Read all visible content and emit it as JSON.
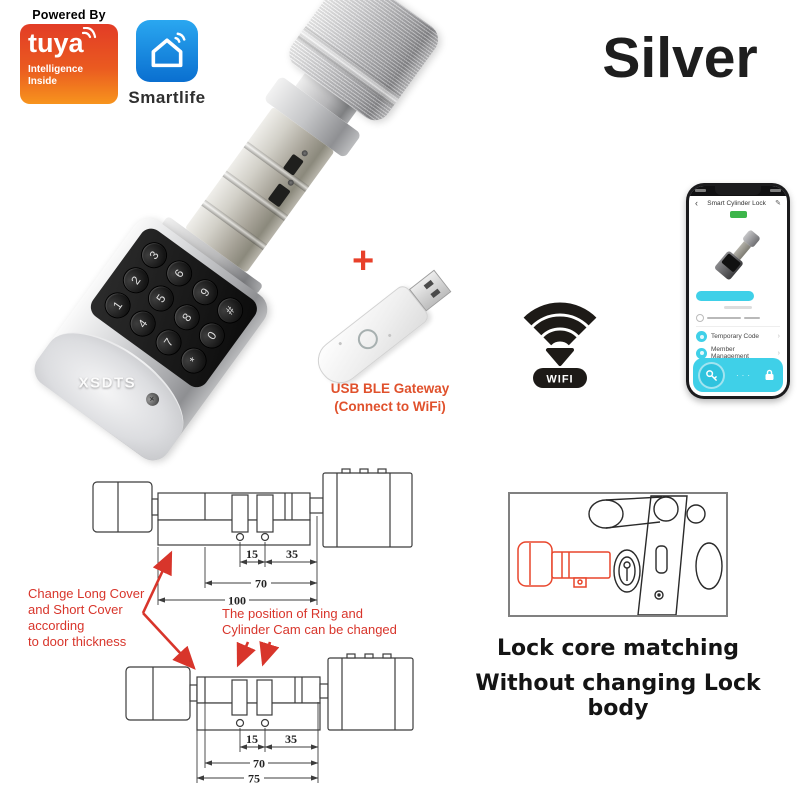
{
  "branding": {
    "powered_by": "Powered By",
    "tuya": "tuya",
    "tagline_line1": "Intelligence",
    "tagline_line2": "Inside",
    "smartlife": "Smartlife"
  },
  "title": "Silver",
  "lock": {
    "brand": "XSDTS",
    "keys": [
      "1",
      "2",
      "3",
      "4",
      "5",
      "6",
      "7",
      "8",
      "9",
      "*",
      "0",
      "#"
    ]
  },
  "gateway": {
    "plus": "+",
    "caption_line1": "USB BLE Gateway",
    "caption_line2": "(Connect to WiFi)"
  },
  "wifi": {
    "label": "WIFI"
  },
  "phone": {
    "app_title": "Smart Cylinder Lock",
    "menu": [
      {
        "label": "Temporary Code"
      },
      {
        "label": "Member Management"
      }
    ],
    "dots": "···"
  },
  "diagrams": {
    "top": {
      "d15": "15",
      "d35": "35",
      "d70": "70",
      "d100": "100"
    },
    "bottom": {
      "d15": "15",
      "d35": "35",
      "d70": "70",
      "d75": "75"
    },
    "cover_note_line1": "Change Long Cover",
    "cover_note_line2": "and Short Cover",
    "cover_note_line3": "according",
    "cover_note_line4": "to door thickness",
    "cam_note_line1": "The position of Ring and",
    "cam_note_line2": "Cylinder Cam can be changed"
  },
  "footer": {
    "line1": "Lock core matching",
    "line2": "Without changing Lock body"
  },
  "colors": {
    "accent_red": "#d8352b",
    "tuya_red": "#e23c26",
    "tuya_orange": "#f7941d",
    "smartlife_blue": "#1295e7",
    "app_cyan": "#3fd0e8"
  }
}
